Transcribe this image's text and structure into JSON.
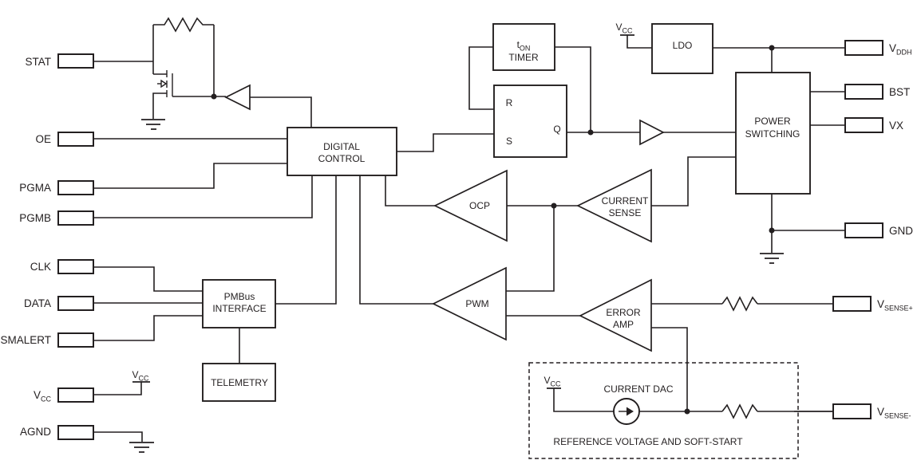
{
  "colors": {
    "line": "#231f20",
    "background": "#ffffff"
  },
  "pins": {
    "left": [
      {
        "name": "stat",
        "label": "STAT"
      },
      {
        "name": "oe",
        "label": "OE"
      },
      {
        "name": "pgma",
        "label": "PGMA"
      },
      {
        "name": "pgmb",
        "label": "PGMB"
      },
      {
        "name": "clk",
        "label": "CLK"
      },
      {
        "name": "data",
        "label": "DATA"
      },
      {
        "name": "smalert",
        "label": "SMALERT"
      },
      {
        "name": "vcc",
        "label": "V",
        "sub": "CC"
      },
      {
        "name": "agnd",
        "label": "AGND"
      }
    ],
    "right": [
      {
        "name": "vddh",
        "label": "V",
        "sub": "DDH"
      },
      {
        "name": "bst",
        "label": "BST"
      },
      {
        "name": "vx",
        "label": "VX"
      },
      {
        "name": "gnd",
        "label": "GND"
      },
      {
        "name": "vsense_plus",
        "label": "V",
        "sub": "SENSE+"
      },
      {
        "name": "vsense_minus",
        "label": "V",
        "sub": "SENSE-"
      }
    ]
  },
  "blocks": {
    "ton_timer": {
      "t": "t",
      "t_sub": "ON",
      "line2": "TIMER"
    },
    "rs_latch": {
      "r": "R",
      "s": "S",
      "q": "Q"
    },
    "ldo": {
      "label": "LDO"
    },
    "power_switching": {
      "line1": "POWER",
      "line2": "SWITCHING"
    },
    "digital_control": {
      "line1": "DIGITAL",
      "line2": "CONTROL"
    },
    "pmbus_interface": {
      "line1": "PMBus",
      "line2": "INTERFACE"
    },
    "telemetry": {
      "label": "TELEMETRY"
    }
  },
  "amplifiers": {
    "ocp": {
      "label": "OCP"
    },
    "current_sense": {
      "line1": "CURRENT",
      "line2": "SENSE"
    },
    "pwm": {
      "label": "PWM"
    },
    "error_amp": {
      "line1": "ERROR",
      "line2": "AMP"
    }
  },
  "reference_section": {
    "box_label": "REFERENCE VOLTAGE AND SOFT-START",
    "current_dac_label": "CURRENT DAC",
    "vcc": {
      "label": "V",
      "sub": "CC"
    }
  },
  "supplies": {
    "vcc_ldo": {
      "label": "V",
      "sub": "CC"
    },
    "vcc_pin_rail": {
      "label": "V",
      "sub": "CC"
    }
  }
}
